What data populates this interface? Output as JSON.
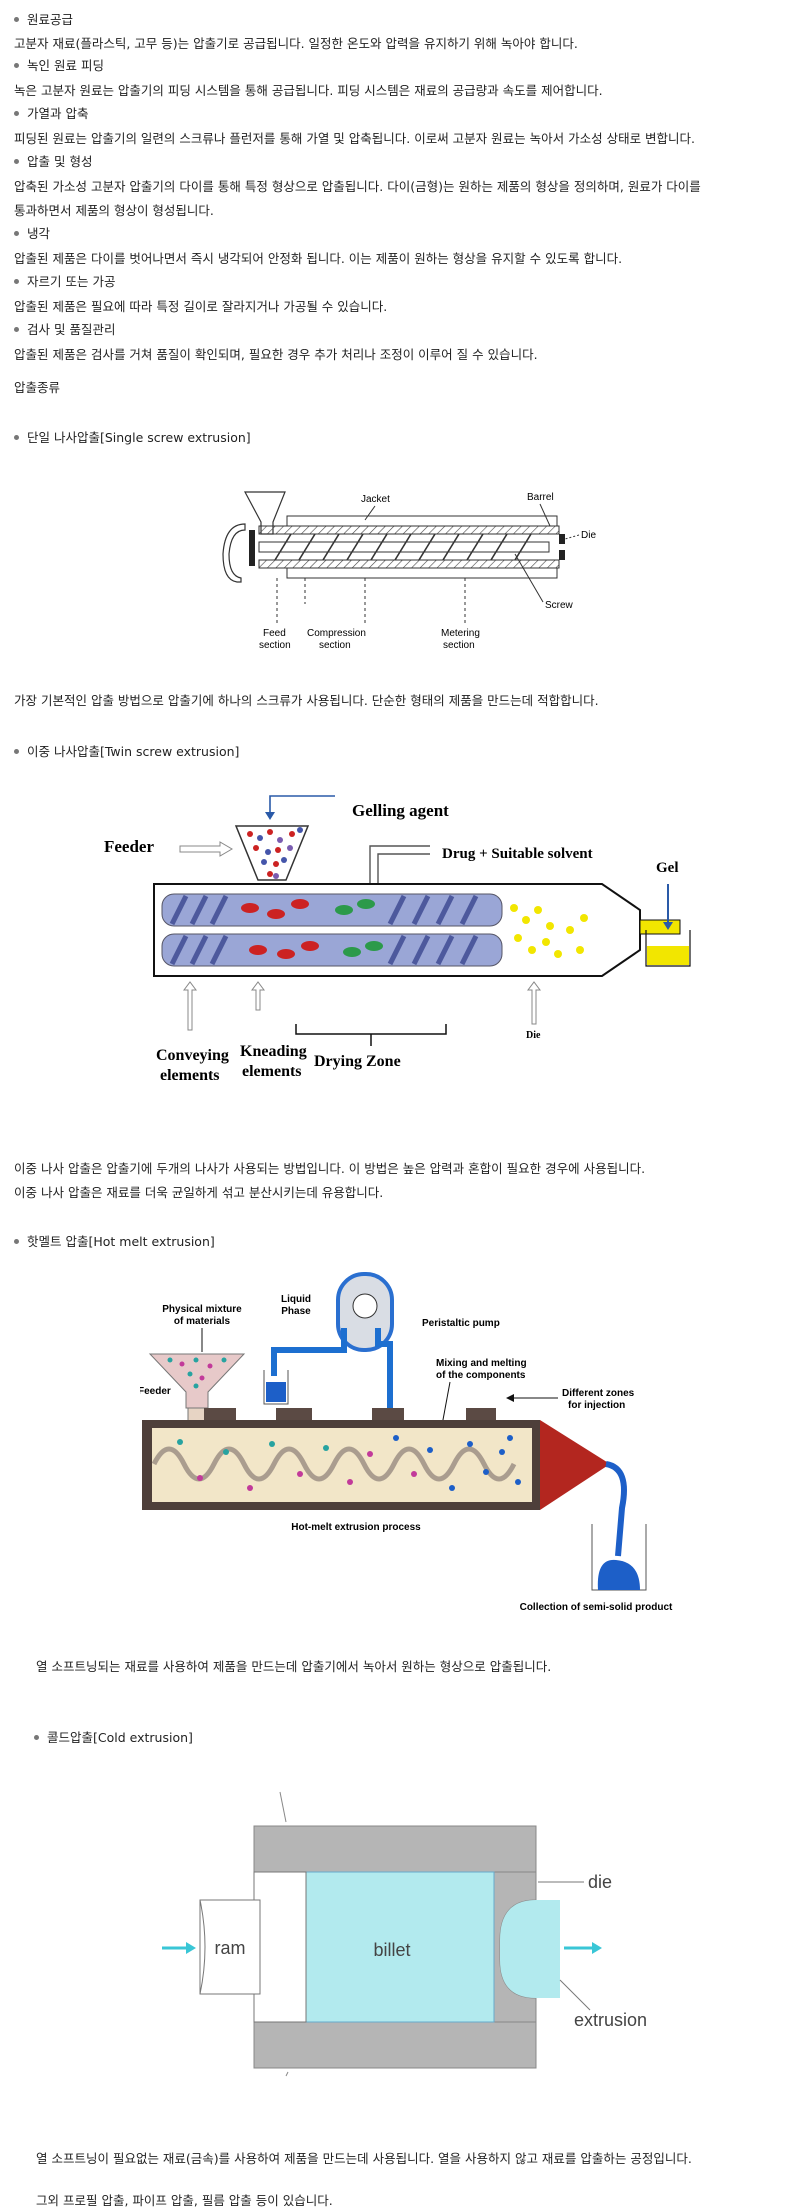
{
  "steps": [
    {
      "title": "원료공급",
      "desc": "고분자 재료(플라스틱, 고무 등)는 압출기로 공급됩니다. 일정한 온도와 압력을 유지하기 위해 녹아야 합니다."
    },
    {
      "title": "녹인 원료 피딩",
      "desc": "녹은 고분자 원료는 압출기의 피딩 시스템을 통해 공급됩니다. 피딩 시스템은 재료의 공급량과 속도를 제어합니다."
    },
    {
      "title": "가열과 압축",
      "desc": "피딩된 원료는 압출기의 일련의 스크류나 플런저를 통해 가열 및 압축됩니다. 이로써 고분자 원료는 녹아서 가소성 상태로 변합니다."
    },
    {
      "title": "압출 및 형성",
      "desc1": "압축된 가소성 고분자 압출기의 다이를 통해 특정 형상으로 압출됩니다. 다이(금형)는 원하는 제품의 형상을 정의하며, 원료가 다이를",
      "desc2": "통과하면서 제품의 형상이 형성됩니다."
    },
    {
      "title": "냉각",
      "desc": "압출된 제품은 다이를 벗어나면서 즉시 냉각되어 안정화 됩니다. 이는 제품이 원하는 형상을 유지할 수 있도록 합니다."
    },
    {
      "title": "자르기 또는 가공",
      "desc": "압출된 제품은 필요에 따라 특정 길이로 잘라지거나 가공될 수 있습니다."
    },
    {
      "title": "검사 및 품질관리",
      "desc": "압출된 제품은 검사를 거쳐 품질이 확인되며, 필요한 경우 추가 처리나 조정이 이루어 질 수 있습니다."
    }
  ],
  "types_heading": "압출종류",
  "single": {
    "title": "단일 나사압출[Single screw extrusion]",
    "desc": "가장 기본적인 압출 방법으로 압출기에 하나의 스크류가 사용됩니다. 단순한 형태의 제품을 만드는데 적합합니다.",
    "labels": {
      "jacket": "Jacket",
      "barrel": "Barrel",
      "die": "Die",
      "screw": "Screw",
      "feed1": "Feed",
      "feed2": "section",
      "comp1": "Compression",
      "comp2": "section",
      "meter1": "Metering",
      "meter2": "section"
    }
  },
  "twin": {
    "title": "이중 나사압출[Twin screw extrusion]",
    "desc1": "이중 나사 압출은 압출기에 두개의 나사가 사용되는 방법입니다. 이 방법은 높은 압력과 혼합이 필요한 경우에 사용됩니다.",
    "desc2": "이중 나사 압출은 재료를 더욱 균일하게 섞고 분산시키는데 유용합니다.",
    "labels": {
      "gelling": "Gelling agent",
      "feeder": "Feeder",
      "drug": "Drug + Suitable solvent",
      "gel": "Gel",
      "die": "Die",
      "conv1": "Conveying",
      "conv2": "elements",
      "knead1": "Kneading",
      "knead2": "elements",
      "drying": "Drying Zone"
    }
  },
  "hot": {
    "title": "핫멜트 압출[Hot melt extrusion]",
    "desc": "열 소프트닝되는 재료를 사용하여 제품을 만드는데 압출기에서 녹아서 원하는 형상으로 압출됩니다.",
    "labels": {
      "phys1": "Physical mixture",
      "phys2": "of materials",
      "liq1": "Liquid",
      "liq2": "Phase",
      "pump": "Peristaltic pump",
      "feeder": "Feeder",
      "mix1": "Mixing and melting",
      "mix2": "of the components",
      "zones1": "Different zones",
      "zones2": "for injection",
      "process": "Hot-melt extrusion process",
      "collect": "Collection of semi-solid product"
    }
  },
  "cold": {
    "title": "콜드압출[Cold extrusion]",
    "desc": "열 소프트닝이 필요없는 재료(금속)를 사용하여 제품을 만드는데 사용됩니다. 열을 사용하지 않고 재료를 압출하는 공정입니다.",
    "labels": {
      "ram": "ram",
      "billet": "billet",
      "die": "die",
      "extrusion": "extrusion"
    }
  },
  "others": "그외 프로필 압출, 파이프 압출, 필름 압출 등이 있습니다."
}
